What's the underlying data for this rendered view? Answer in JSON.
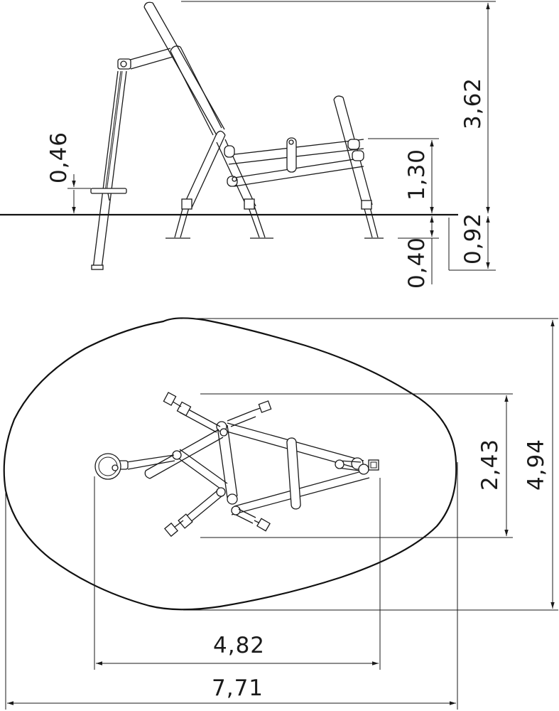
{
  "side_view": {
    "dimensions": {
      "total_height": "3,62",
      "seat_height": "1,30",
      "ground_depth": "0,92",
      "footing_depth": "0,40",
      "step_height": "0,46"
    }
  },
  "plan_view": {
    "dimensions": {
      "overall_width": "4,94",
      "frame_width": "2,43",
      "frame_length": "4,82",
      "overall_length": "7,71"
    }
  }
}
